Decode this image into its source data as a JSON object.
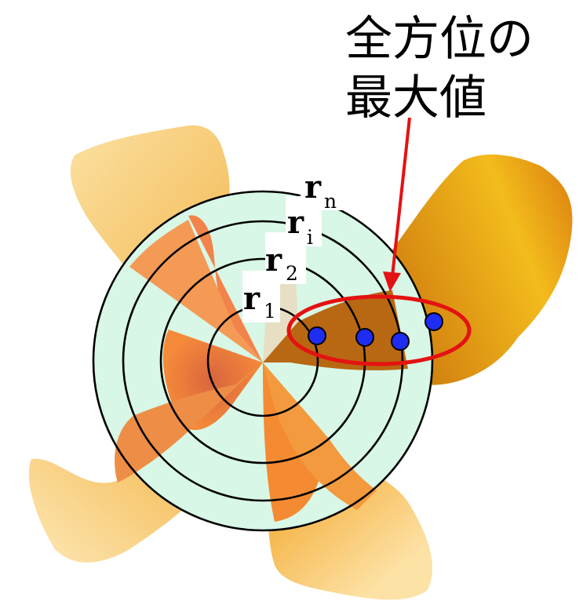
{
  "annotation": {
    "line1": "全方位の",
    "line2": "最大値"
  },
  "radii": [
    {
      "main": "r",
      "sub": "1"
    },
    {
      "main": "r",
      "sub": "2"
    },
    {
      "main": "r",
      "sub": "i"
    },
    {
      "main": "r",
      "sub": "n"
    }
  ],
  "colors": {
    "ring_background": "#d8f7e6",
    "ring_stroke": "#000000",
    "lobe_light": "#f6cf74",
    "lobe_mid": "#f29b3c",
    "lobe_dark": "#c4700e",
    "dot_fill": "#1f2cf2",
    "highlight": "#e41212"
  }
}
